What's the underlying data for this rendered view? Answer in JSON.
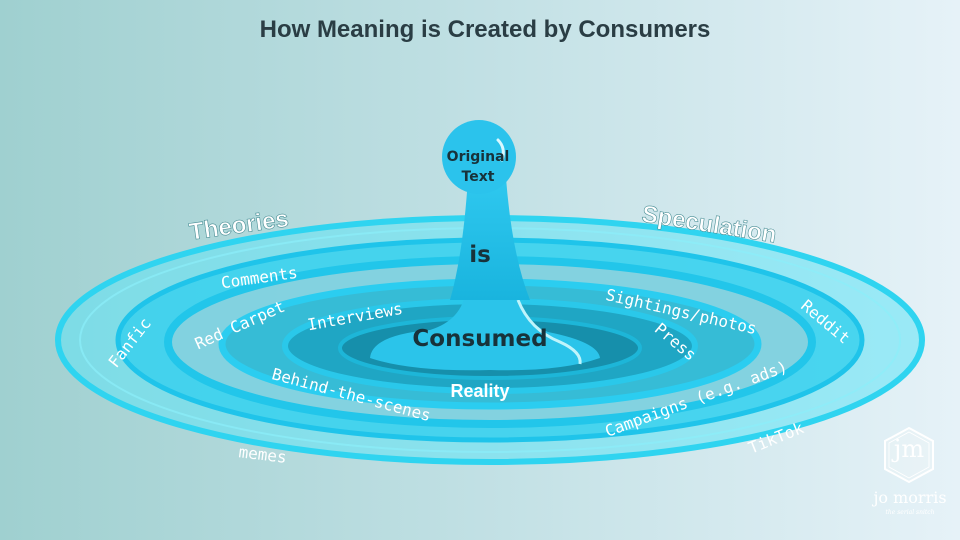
{
  "title": "How Meaning is Created by Consumers",
  "colors": {
    "ripple_light": "#5fe3f5",
    "ripple_mid": "#2cc5e6",
    "ripple_dark": "#159ab5",
    "text_dark": "#18323a"
  },
  "center": {
    "drop_label_line1": "Original",
    "drop_label_line2": "Text",
    "connector": "is",
    "consumed": "Consumed",
    "reality": "Reality"
  },
  "outer_labels": {
    "theories": "Theories",
    "speculation": "Speculation"
  },
  "ring_labels": {
    "comments": "Comments",
    "fanfic": "Fanfic",
    "red_carpet": "Red Carpet",
    "interviews": "Interviews",
    "behind_the_scenes": "Behind-the-scenes",
    "memes": "memes",
    "sightings": "Sightings/photos",
    "reddit": "Reddit",
    "press": "Press",
    "campaigns": "Campaigns (e.g. ads)",
    "tiktok": "TikTok"
  },
  "logo": {
    "letters": "jm",
    "name": "jo morris",
    "tagline": "the serial snitch"
  }
}
